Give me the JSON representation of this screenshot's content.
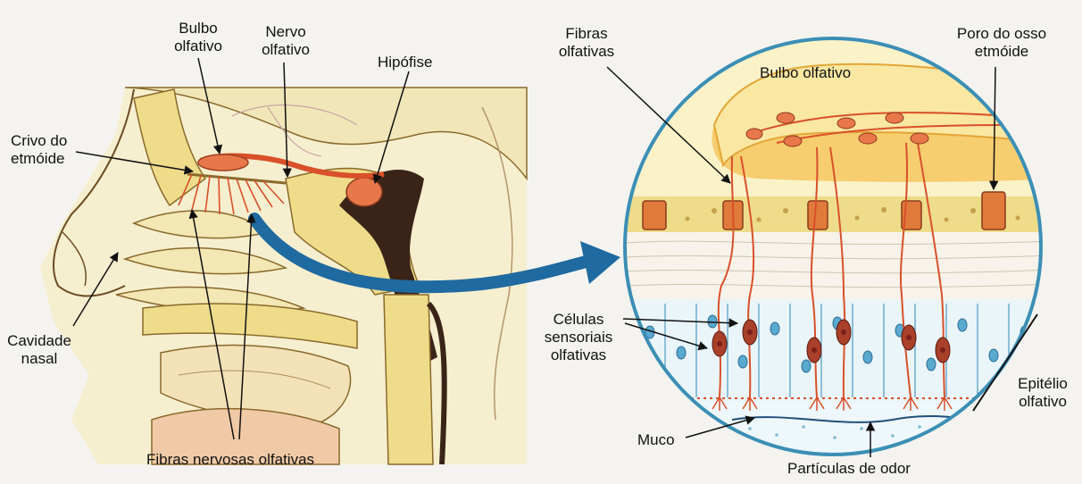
{
  "labels": {
    "bulbo_left_1": "Bulbo",
    "bulbo_left_2": "olfativo",
    "nervo_1": "Nervo",
    "nervo_2": "olfativo",
    "hipofise": "Hipófise",
    "crivo_1": "Crivo do",
    "crivo_2": "etmóide",
    "cavidade_1": "Cavidade",
    "cavidade_2": "nasal",
    "fibras_nervosas": "Fibras nervosas olfativas",
    "fibras_olf_1": "Fibras",
    "fibras_olf_2": "olfativas",
    "bulbo_right": "Bulbo olfativo",
    "poro_1": "Poro do osso",
    "poro_2": "etmóide",
    "celulas_1": "Células",
    "celulas_2": "sensoriais",
    "celulas_3": "olfativas",
    "epitelio_1": "Epitélio",
    "epitelio_2": "olfativo",
    "muco": "Muco",
    "particulas": "Partículas de odor"
  },
  "colors": {
    "background": "#f4f3ef",
    "bone": "#eedc8a",
    "bulb": "#e8774a",
    "nerve": "#d9502a",
    "arrow": "#1f6aa0",
    "circle_border": "#3b8fb5",
    "cell_nucleus": "#7a1f1a",
    "support_cell": "#2e86b8"
  },
  "icons": {
    "arrow": "curved-blue-arrow",
    "magnified_view": "circle-inset"
  }
}
